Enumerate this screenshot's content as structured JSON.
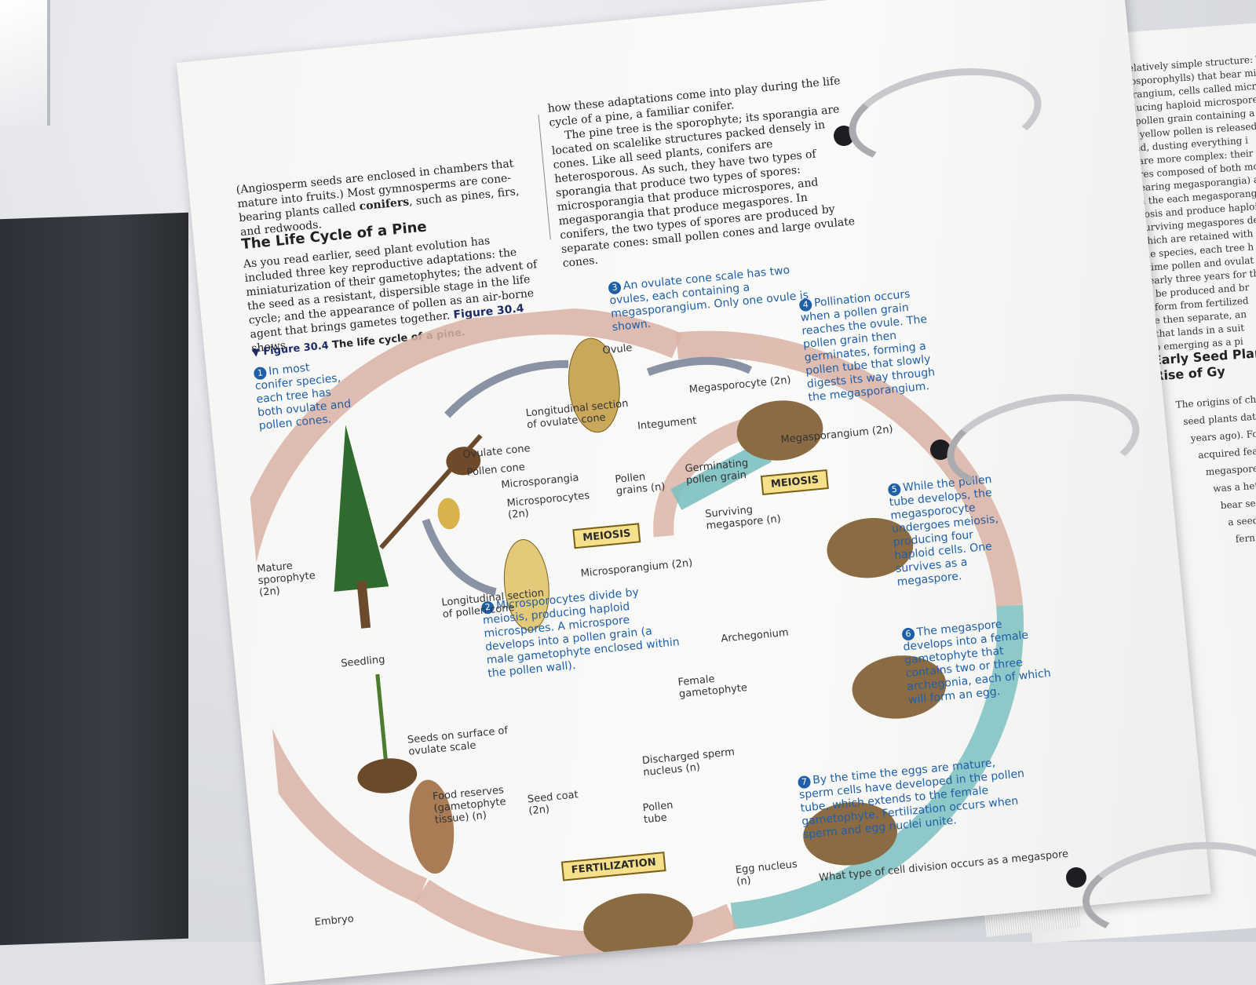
{
  "left_page": {
    "intro_text": "(Angiosperm seeds are enclosed in chambers that mature into fruits.) Most gymnosperms are cone-bearing plants called",
    "conifers_term": "conifers",
    "conifers_rest": ", such as pines, firs, and redwoods.",
    "section_heading": "The Life Cycle of a Pine",
    "col1_para": "As you read earlier, seed plant evolution has included three key reproductive adaptations: the miniaturization of their gametophytes; the advent of the seed as a resistant, dispersible stage in the life cycle; and the appearance of pollen as an air-borne agent that brings gametes together.",
    "col1_figref": "Figure 30.4",
    "col1_shows": "shows",
    "col2_para1": "how these adaptations come into play during the life cycle of a pine, a familiar conifer.",
    "col2_para2": "The pine tree is the sporophyte; its sporangia are located on scalelike structures packed densely in cones. Like all seed plants, conifers are heterosporous. As such, they have two types of sporangia that produce two types of spores: microsporangia that produce microspores, and megasporangia that produce megaspores. In conifers, the two types of spores are produced by separate cones: small pollen cones and large ovulate cones."
  },
  "figure": {
    "caption_number": "Figure 30.4",
    "caption_text": "The life cycle of a pine.",
    "steps": [
      {
        "n": "1",
        "text": "In most conifer species, each tree has both ovulate and pollen cones."
      },
      {
        "n": "2",
        "text": "Microsporocytes divide by meiosis, producing haploid microspores. A microspore develops into a pollen grain (a male gametophyte enclosed within the pollen wall)."
      },
      {
        "n": "3",
        "text": "An ovulate cone scale has two ovules, each containing a megasporangium. Only one ovule is shown."
      },
      {
        "n": "4",
        "text": "Pollination occurs when a pollen grain reaches the ovule. The pollen grain then germinates, forming a pollen tube that slowly digests its way through the megasporangium."
      },
      {
        "n": "5",
        "text": "While the pollen tube develops, the megasporocyte undergoes meiosis, producing four haploid cells. One survives as a megaspore."
      },
      {
        "n": "6",
        "text": "The megaspore develops into a female gametophyte that contains two or three archegonia, each of which will form an egg."
      },
      {
        "n": "7",
        "text": "By the time the eggs are mature, sperm cells have developed in the pollen tube, which extends to the female gametophyte. Fertilization occurs when sperm and egg nuclei unite."
      }
    ],
    "labels": {
      "ovule": "Ovule",
      "long_ovulate": "Longitudinal section of ovulate cone",
      "megasporocyte": "Megasporocyte (2n)",
      "integument": "Integument",
      "ovulate_cone": "Ovulate cone",
      "pollen_cone": "Pollen cone",
      "microsporangia": "Microsporangia",
      "microsporocytes": "Microsporocytes (2n)",
      "pollen_grains": "Pollen grains (n)",
      "germinating": "Germinating pollen grain",
      "megasporangium": "Megasporangium (2n)",
      "mature_sporophyte": "Mature sporophyte (2n)",
      "surviving_megaspore": "Surviving megaspore (n)",
      "microsporangium": "Microsporangium (2n)",
      "long_pollen": "Longitudinal section of pollen cone",
      "seedling": "Seedling",
      "archegonium": "Archegonium",
      "female_gametophyte": "Female gametophyte",
      "seeds_surface": "Seeds on surface of ovulate scale",
      "food_reserves": "Food reserves (gametophyte tissue) (n)",
      "seed_coat": "Seed coat (2n)",
      "discharged": "Discharged sperm nucleus (n)",
      "pollen_tube": "Pollen tube",
      "egg_nucleus": "Egg nucleus (n)",
      "embryo": "Embryo"
    },
    "stages": {
      "meiosis_1": "MEIOSIS",
      "meiosis_2": "MEIOSIS",
      "fertilization": "FERTILIZATION"
    },
    "footer_question": "What type of cell division occurs as a megaspore"
  },
  "right_page": {
    "lines": [
      "Pollen cones have a relatively simple structure: The",
      "modified leaves (microsporophylls) that bear micros",
      "Within each microsporangium, cells called microsp",
      "undergo meiosis, producing haploid microspores.",
      "spore develops into a pollen grain containing a m",
      "phyte. In conifers, the yellow pollen is released i",
      "and carried by the wind, dusting everything i",
      "Ovulate cones are more complex: their",
      "pound structures composed of both mod",
      "sporophylls bearing megasporangia) an",
      "tissue. Within the each megasporangi",
      "undergo meiosis and produce haploi",
      "the ovule. Surviving megaspores de",
      "tophytes, which are retained with",
      "In most pine species, each tree h",
      "From the time pollen and ovulat",
      "it takes nearly three years for th",
      "phytes to be produced and br",
      "seeds to form from fertilized",
      "late cone then separate, an",
      "A seed that lands in a suit",
      "embryo emerging as a pi"
    ],
    "heading": "Early Seed Plan the Rise of Gy",
    "lower_lines": [
      "The origins of cha",
      "seed plants date",
      "years ago). Fos",
      "acquired feat",
      "megaspore",
      "was a het",
      "bear see",
      "a seed",
      "fern"
    ]
  },
  "colors": {
    "cycle_brown": "#c79a8e",
    "cycle_teal": "#6fb8b9",
    "step_blue": "#1f5fa8",
    "stage_yellow": "#f6e08c"
  }
}
